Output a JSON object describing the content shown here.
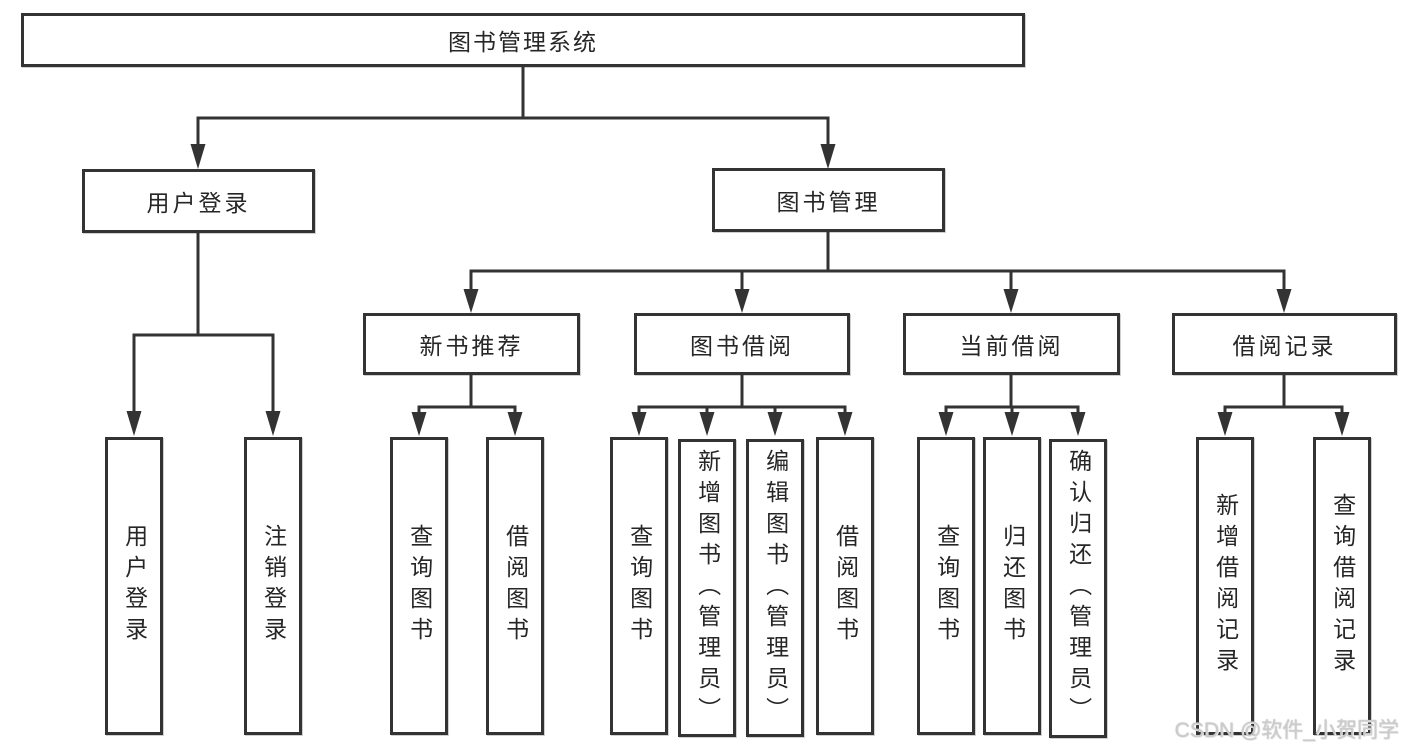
{
  "diagram": {
    "root": {
      "label": "图书管理系统"
    },
    "level2": [
      {
        "label": "用户登录"
      },
      {
        "label": "图书管理"
      }
    ],
    "level3": [
      {
        "label": "新书推荐"
      },
      {
        "label": "图书借阅"
      },
      {
        "label": "当前借阅"
      },
      {
        "label": "借阅记录"
      }
    ],
    "leaves": {
      "user_login": [
        {
          "label": "用户登录"
        },
        {
          "label": "注销登录"
        }
      ],
      "new_books": [
        {
          "label": "查询图书"
        },
        {
          "label": "借阅图书"
        }
      ],
      "book_borrow": [
        {
          "label": "查询图书"
        },
        {
          "label": "新增图书（管理员）"
        },
        {
          "label": "编辑图书（管理员）"
        },
        {
          "label": "借阅图书"
        }
      ],
      "current_borrow": [
        {
          "label": "查询图书"
        },
        {
          "label": "归还图书"
        },
        {
          "label": "确认归还（管理员）"
        }
      ],
      "borrow_records": [
        {
          "label": "新增借阅记录"
        },
        {
          "label": "查询借阅记录"
        }
      ]
    }
  },
  "watermark": {
    "text": "CSDN @软件_小贺同学"
  },
  "colors": {
    "line": "#333333",
    "text": "#262626",
    "box_background": "#ffffff",
    "watermark": "#cccccc"
  }
}
